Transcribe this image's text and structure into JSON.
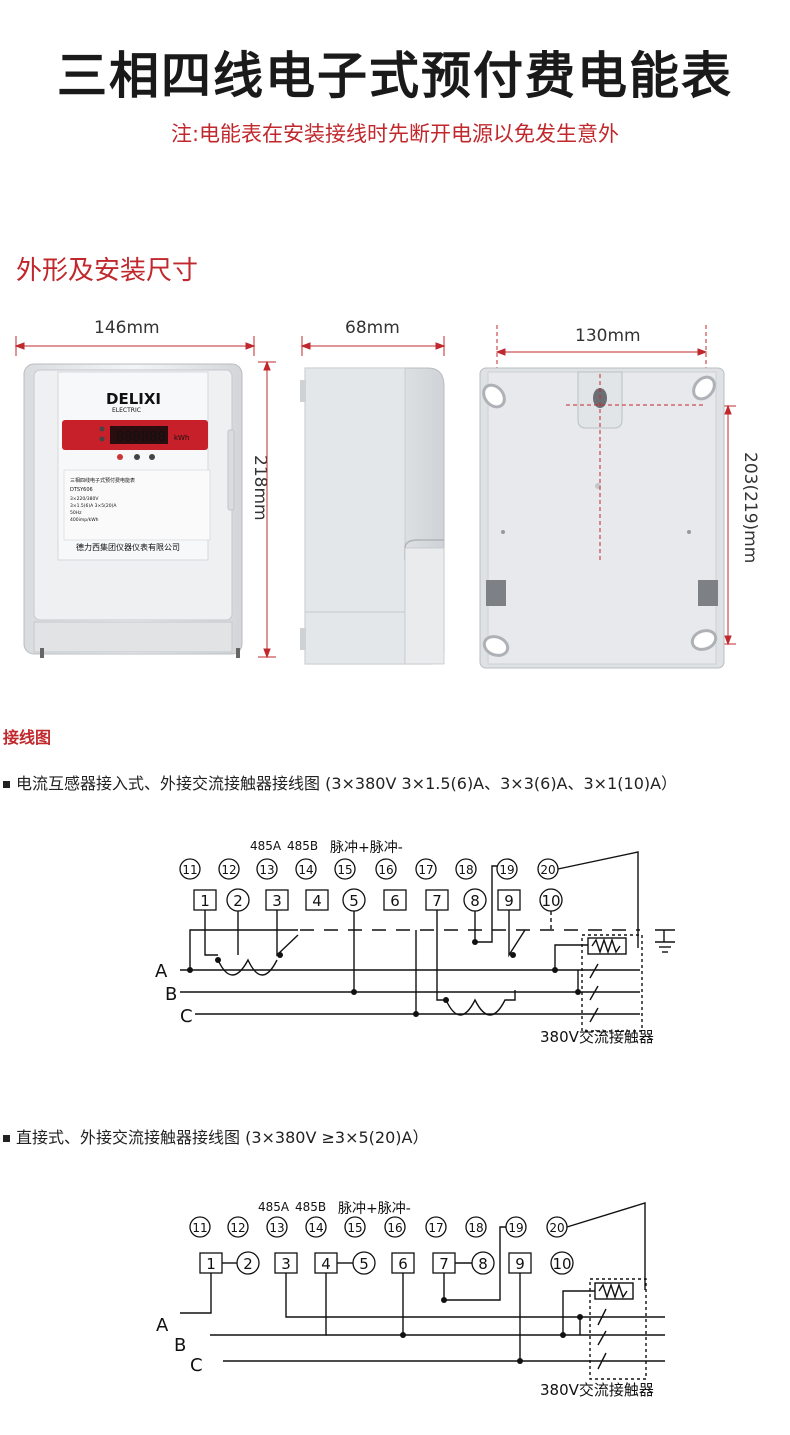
{
  "title": "三相四线电子式预付费电能表",
  "subtitle": "注:电能表在安装接线时先断开电源以免发生意外",
  "dimensions": {
    "heading": "外形及安装尺寸",
    "front_width": "146mm",
    "front_height": "218mm",
    "side_depth": "68mm",
    "back_width": "130mm",
    "back_height": "203(219)mm"
  },
  "meter": {
    "brand": "DELIXI",
    "brand_sub": "ELECTRIC",
    "display": "888888",
    "unit": "kWh",
    "model": "DTSY606",
    "name_plate": "三相四线电子式预付费电能表",
    "spec_lines": [
      "3×220/380V",
      "3×1.5(6)A  3×5(20)A",
      "50Hz",
      "400imp/kWh"
    ],
    "manufacturer": "德力西集团仪器仪表有限公司"
  },
  "wiring": {
    "heading": "接线图",
    "diagram1_caption": "电流互感器接入式、外接交流接触器接线图 (3×380V   3×1.5(6)A、3×3(6)A、3×1(10)A）",
    "diagram2_caption": "直接式、外接交流接触器接线图 (3×380V   ≥3×5(20)A）",
    "top_terminals": [
      "11",
      "12",
      "13",
      "14",
      "15",
      "16",
      "17",
      "18",
      "19",
      "20"
    ],
    "bottom_terminals": [
      "1",
      "2",
      "3",
      "4",
      "5",
      "6",
      "7",
      "8",
      "9",
      "10"
    ],
    "label_485a": "485A",
    "label_485b": "485B",
    "label_pulse": "脉冲+脉冲-",
    "phases": [
      "A",
      "B",
      "C"
    ],
    "contactor_label": "380V交流接触器"
  }
}
